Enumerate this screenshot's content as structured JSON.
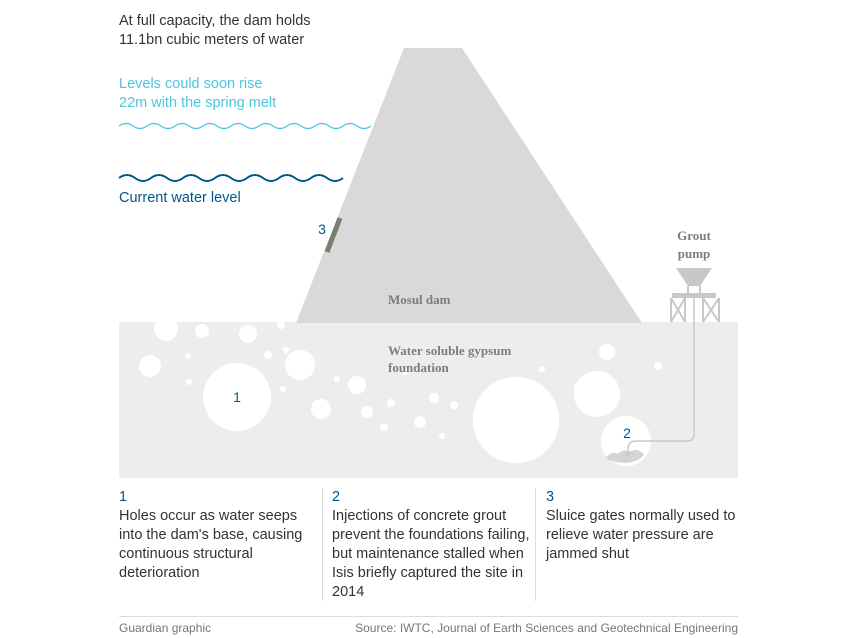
{
  "annotations": {
    "capacity_line1": "At full capacity, the dam holds",
    "capacity_line2": "11.1bn cubic meters of water",
    "rise_line1": "Levels could soon rise",
    "rise_line2": "22m with the spring melt",
    "current_level": "Current water level"
  },
  "diagram": {
    "dam_label": "Mosul dam",
    "foundation_line1": "Water soluble gypsum",
    "foundation_line2": "foundation",
    "pump_line1": "Grout",
    "pump_line2": "pump",
    "marker_1": "1",
    "marker_2": "2",
    "marker_3": "3"
  },
  "notes": [
    {
      "number": "1",
      "text": "Holes occur as water seeps into the dam's base, causing continuous structural deterioration"
    },
    {
      "number": "2",
      "text": "Injections of concrete grout prevent the foundations failing, but maintenance stalled when Isis briefly captured the site in 2014"
    },
    {
      "number": "3",
      "text": "Sluice gates normally used to relieve water pressure are jammed shut"
    }
  ],
  "footer": {
    "credit": "Guardian graphic",
    "source": "Source: IWTC, Journal of Earth Sciences and Geotechnical Engineering"
  },
  "colors": {
    "dam": "#d9d9d9",
    "foundation": "#ededed",
    "rise_wave": "#4bc6df",
    "current_wave": "#005689",
    "gate": "#7a7f6b"
  }
}
